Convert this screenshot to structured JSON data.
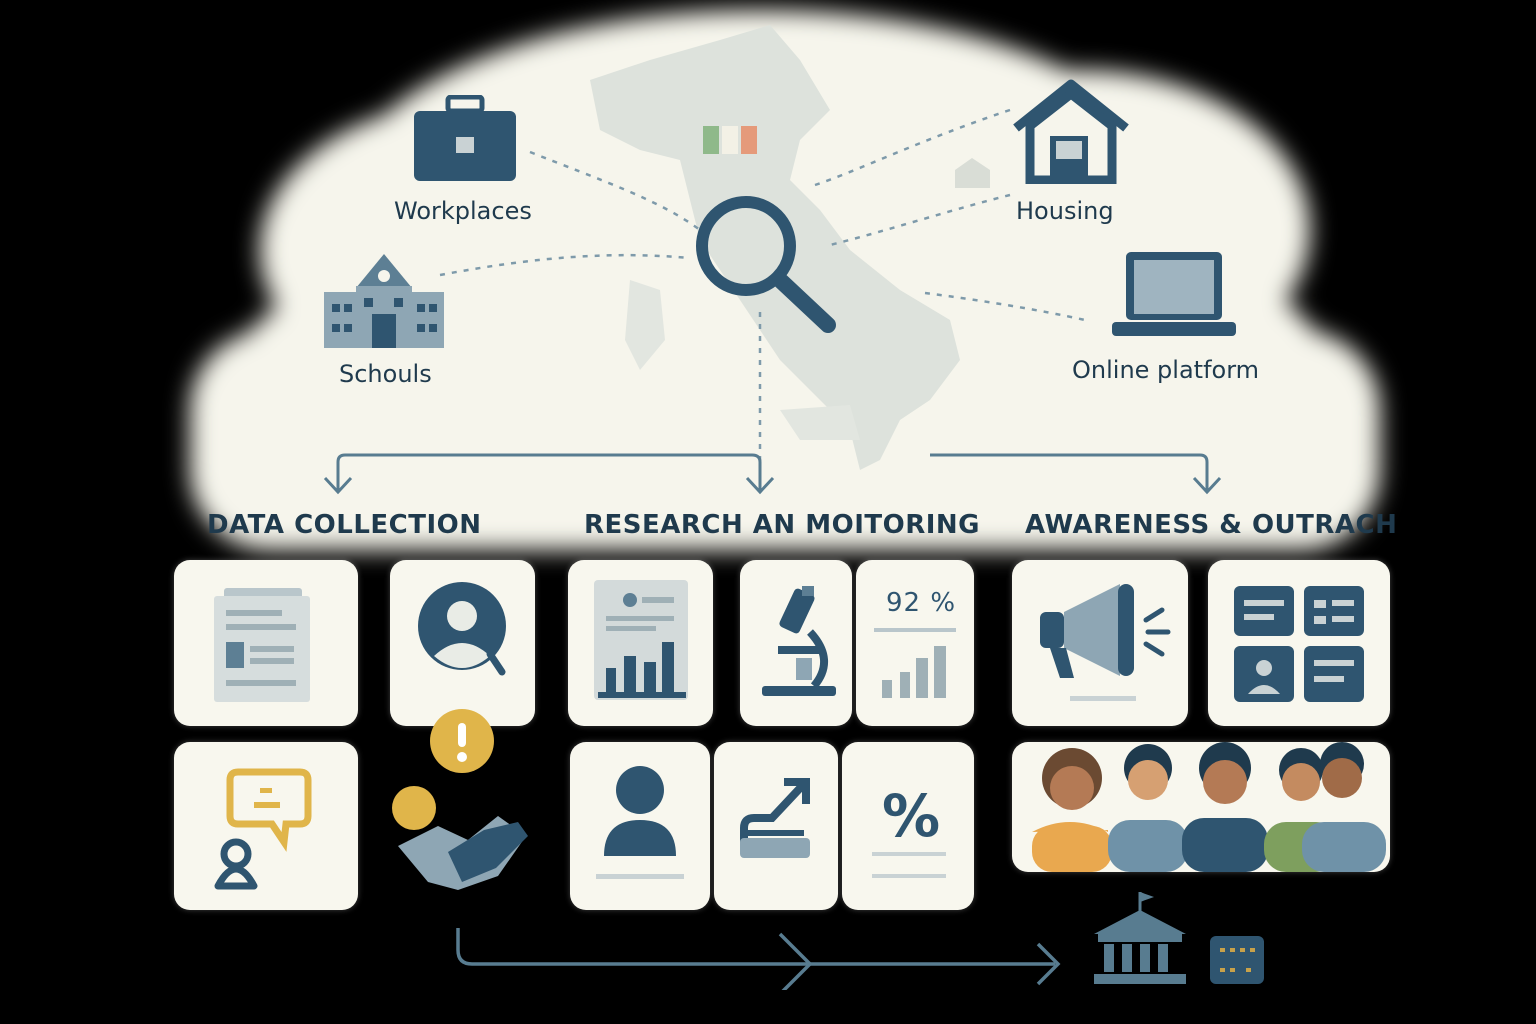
{
  "locations": {
    "workplaces": "Workplaces",
    "housing": "Housing",
    "schools": "Schouls",
    "online": "Online platform"
  },
  "sections": {
    "data_collection": "DATA COLLECTION",
    "research": "RESEARCH AN MOITORING",
    "awareness": "AWARENESS & OUTRACH"
  },
  "stats": {
    "percent_value": "92 %",
    "percent_symbol": "%"
  },
  "colors": {
    "navy": "#2f5570",
    "dark": "#1f3a4d",
    "cloud": "#f6f5ec",
    "accent_yellow": "#e0b54a",
    "map": "#dde2dc"
  }
}
